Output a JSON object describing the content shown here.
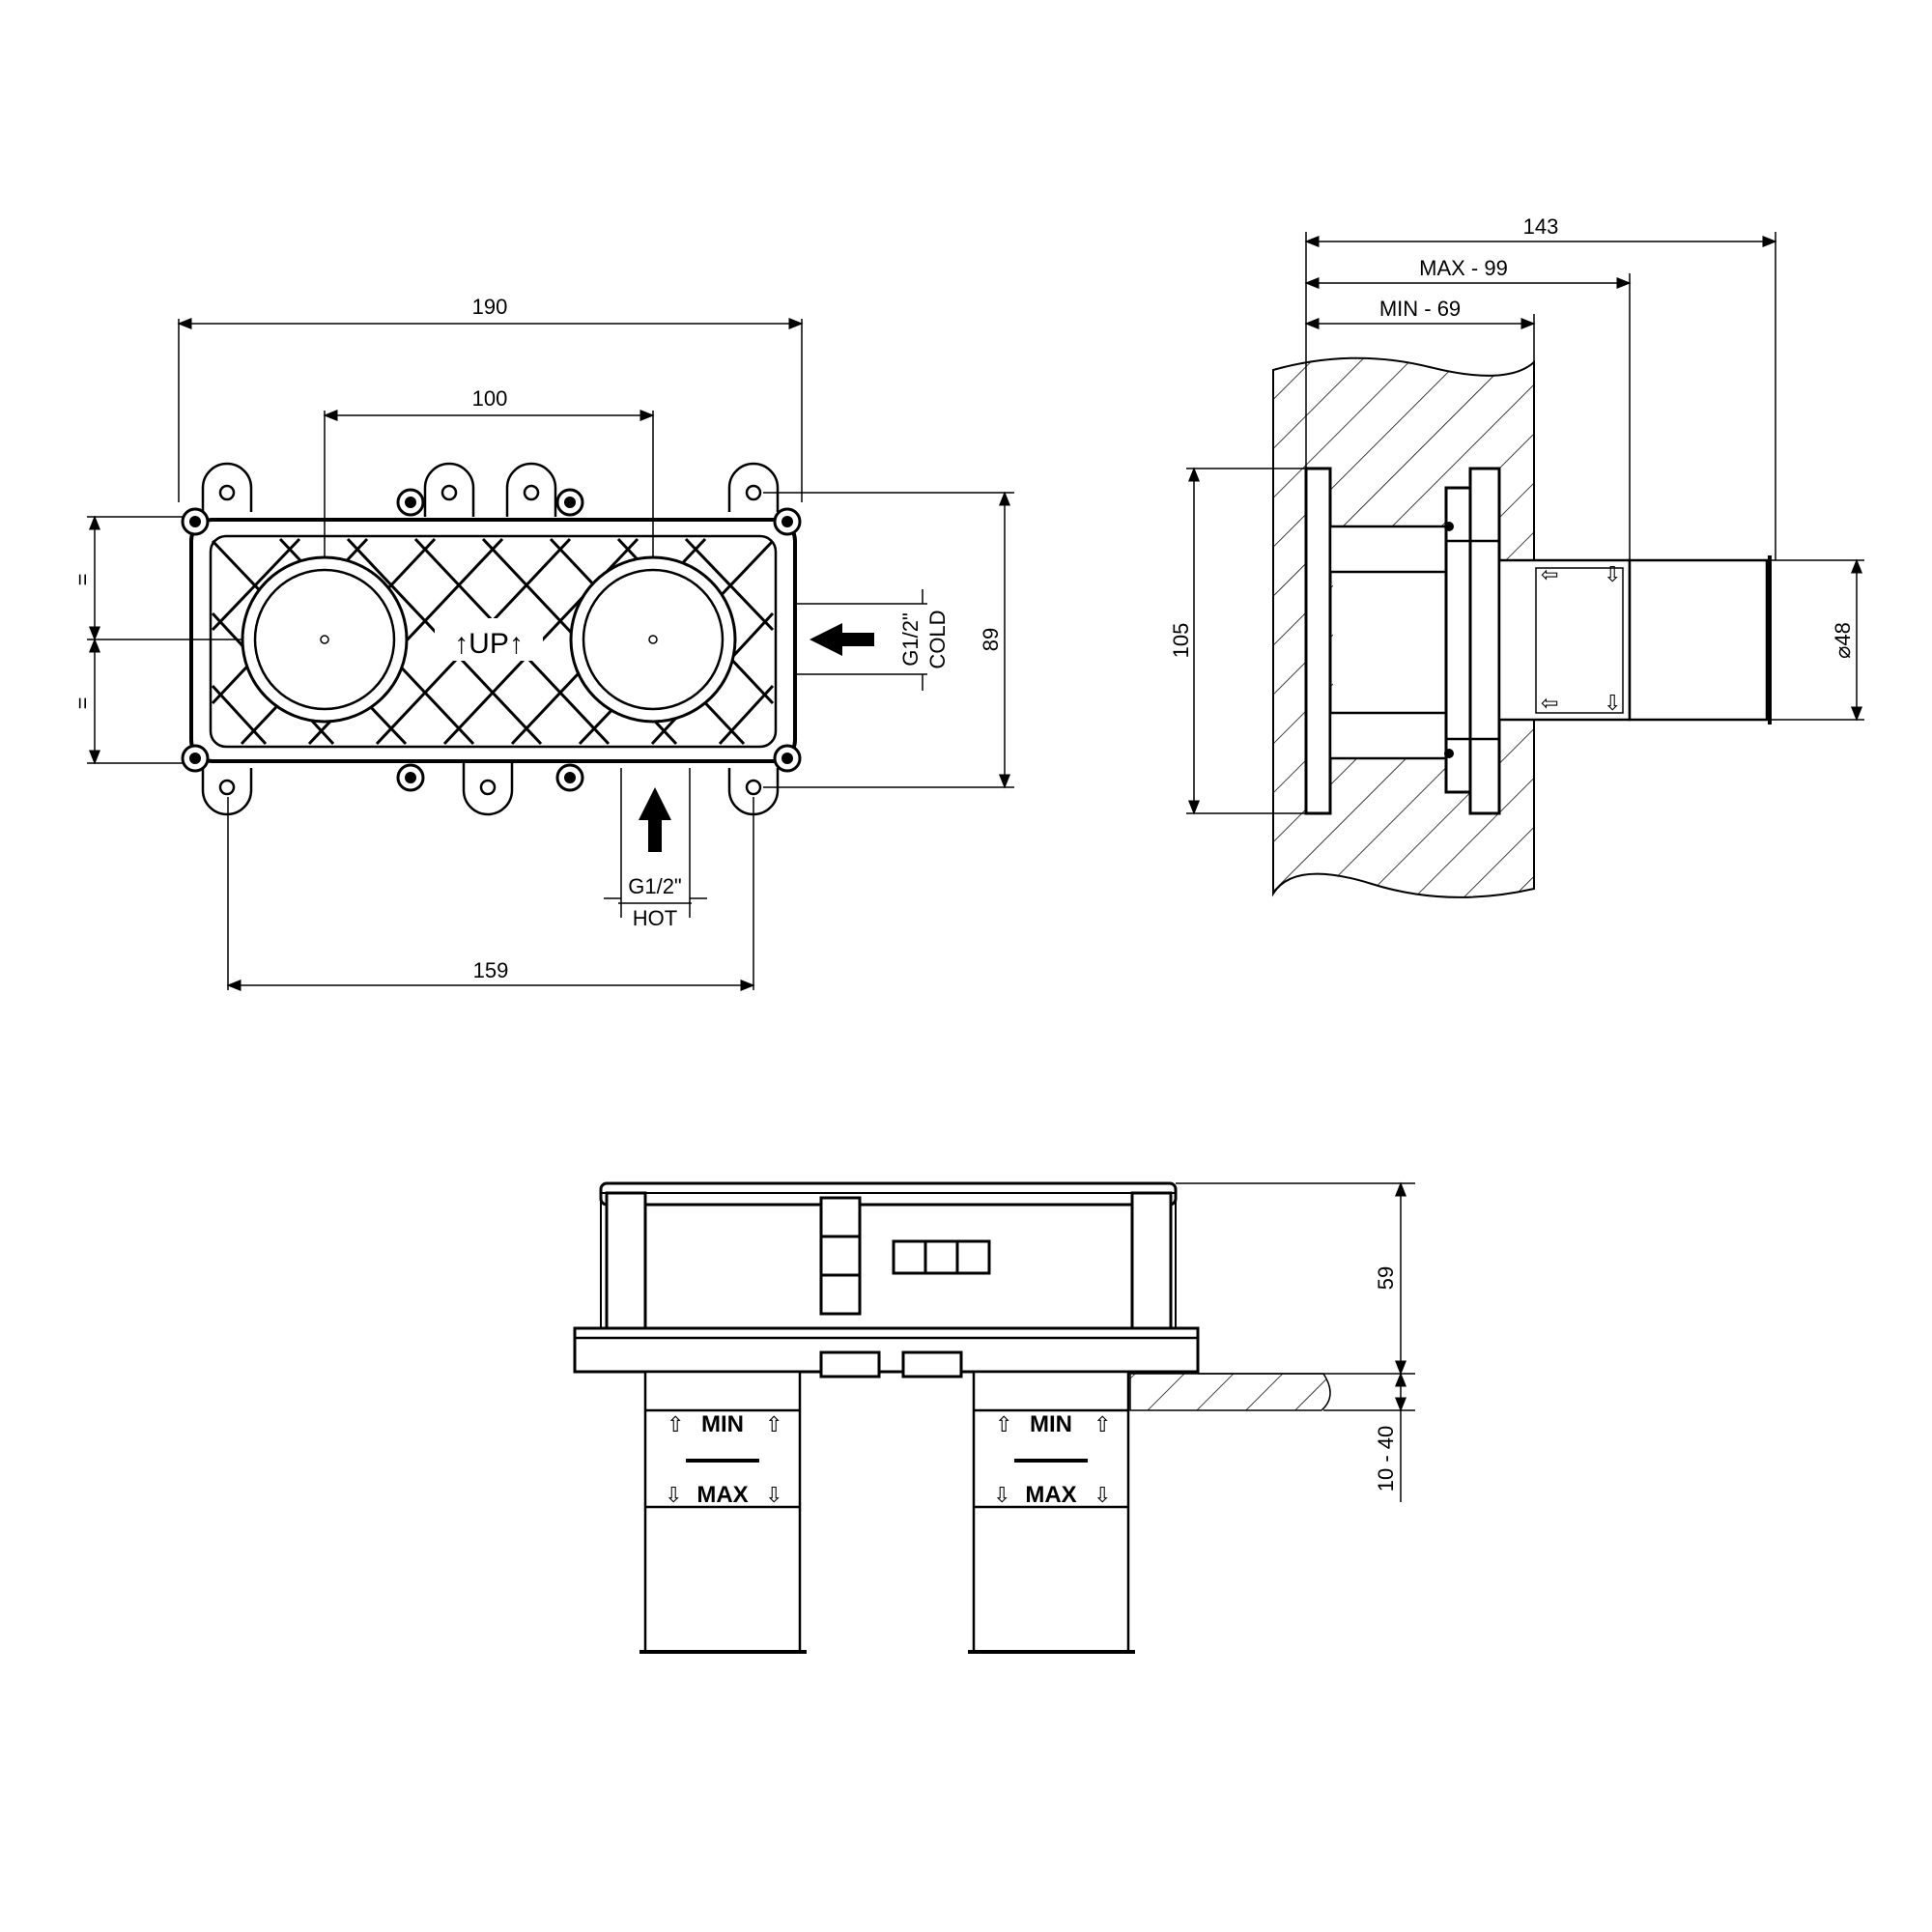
{
  "front_view": {
    "dim_overall_width": "190",
    "dim_inlet_spacing": "100",
    "dim_mount_spacing": "159",
    "dim_height": "89",
    "equal_mark_top": "=",
    "equal_mark_bottom": "=",
    "center_mark": "↑UP↑",
    "cold_thread": "G1/2\"",
    "cold_label": "COLD",
    "hot_thread": "G1/2\"",
    "hot_label": "HOT"
  },
  "side_view": {
    "dim_total_depth": "143",
    "dim_max_depth": "MAX - 99",
    "dim_min_depth": "MIN - 69",
    "dim_flange_height": "105",
    "dim_diameter": "⌀48"
  },
  "bottom_view": {
    "dim_body_height": "59",
    "dim_adjust_range": "10 - 40",
    "left_sleeve_min": "MIN",
    "left_sleeve_max": "MAX",
    "right_sleeve_min": "MIN",
    "right_sleeve_max": "MAX"
  }
}
